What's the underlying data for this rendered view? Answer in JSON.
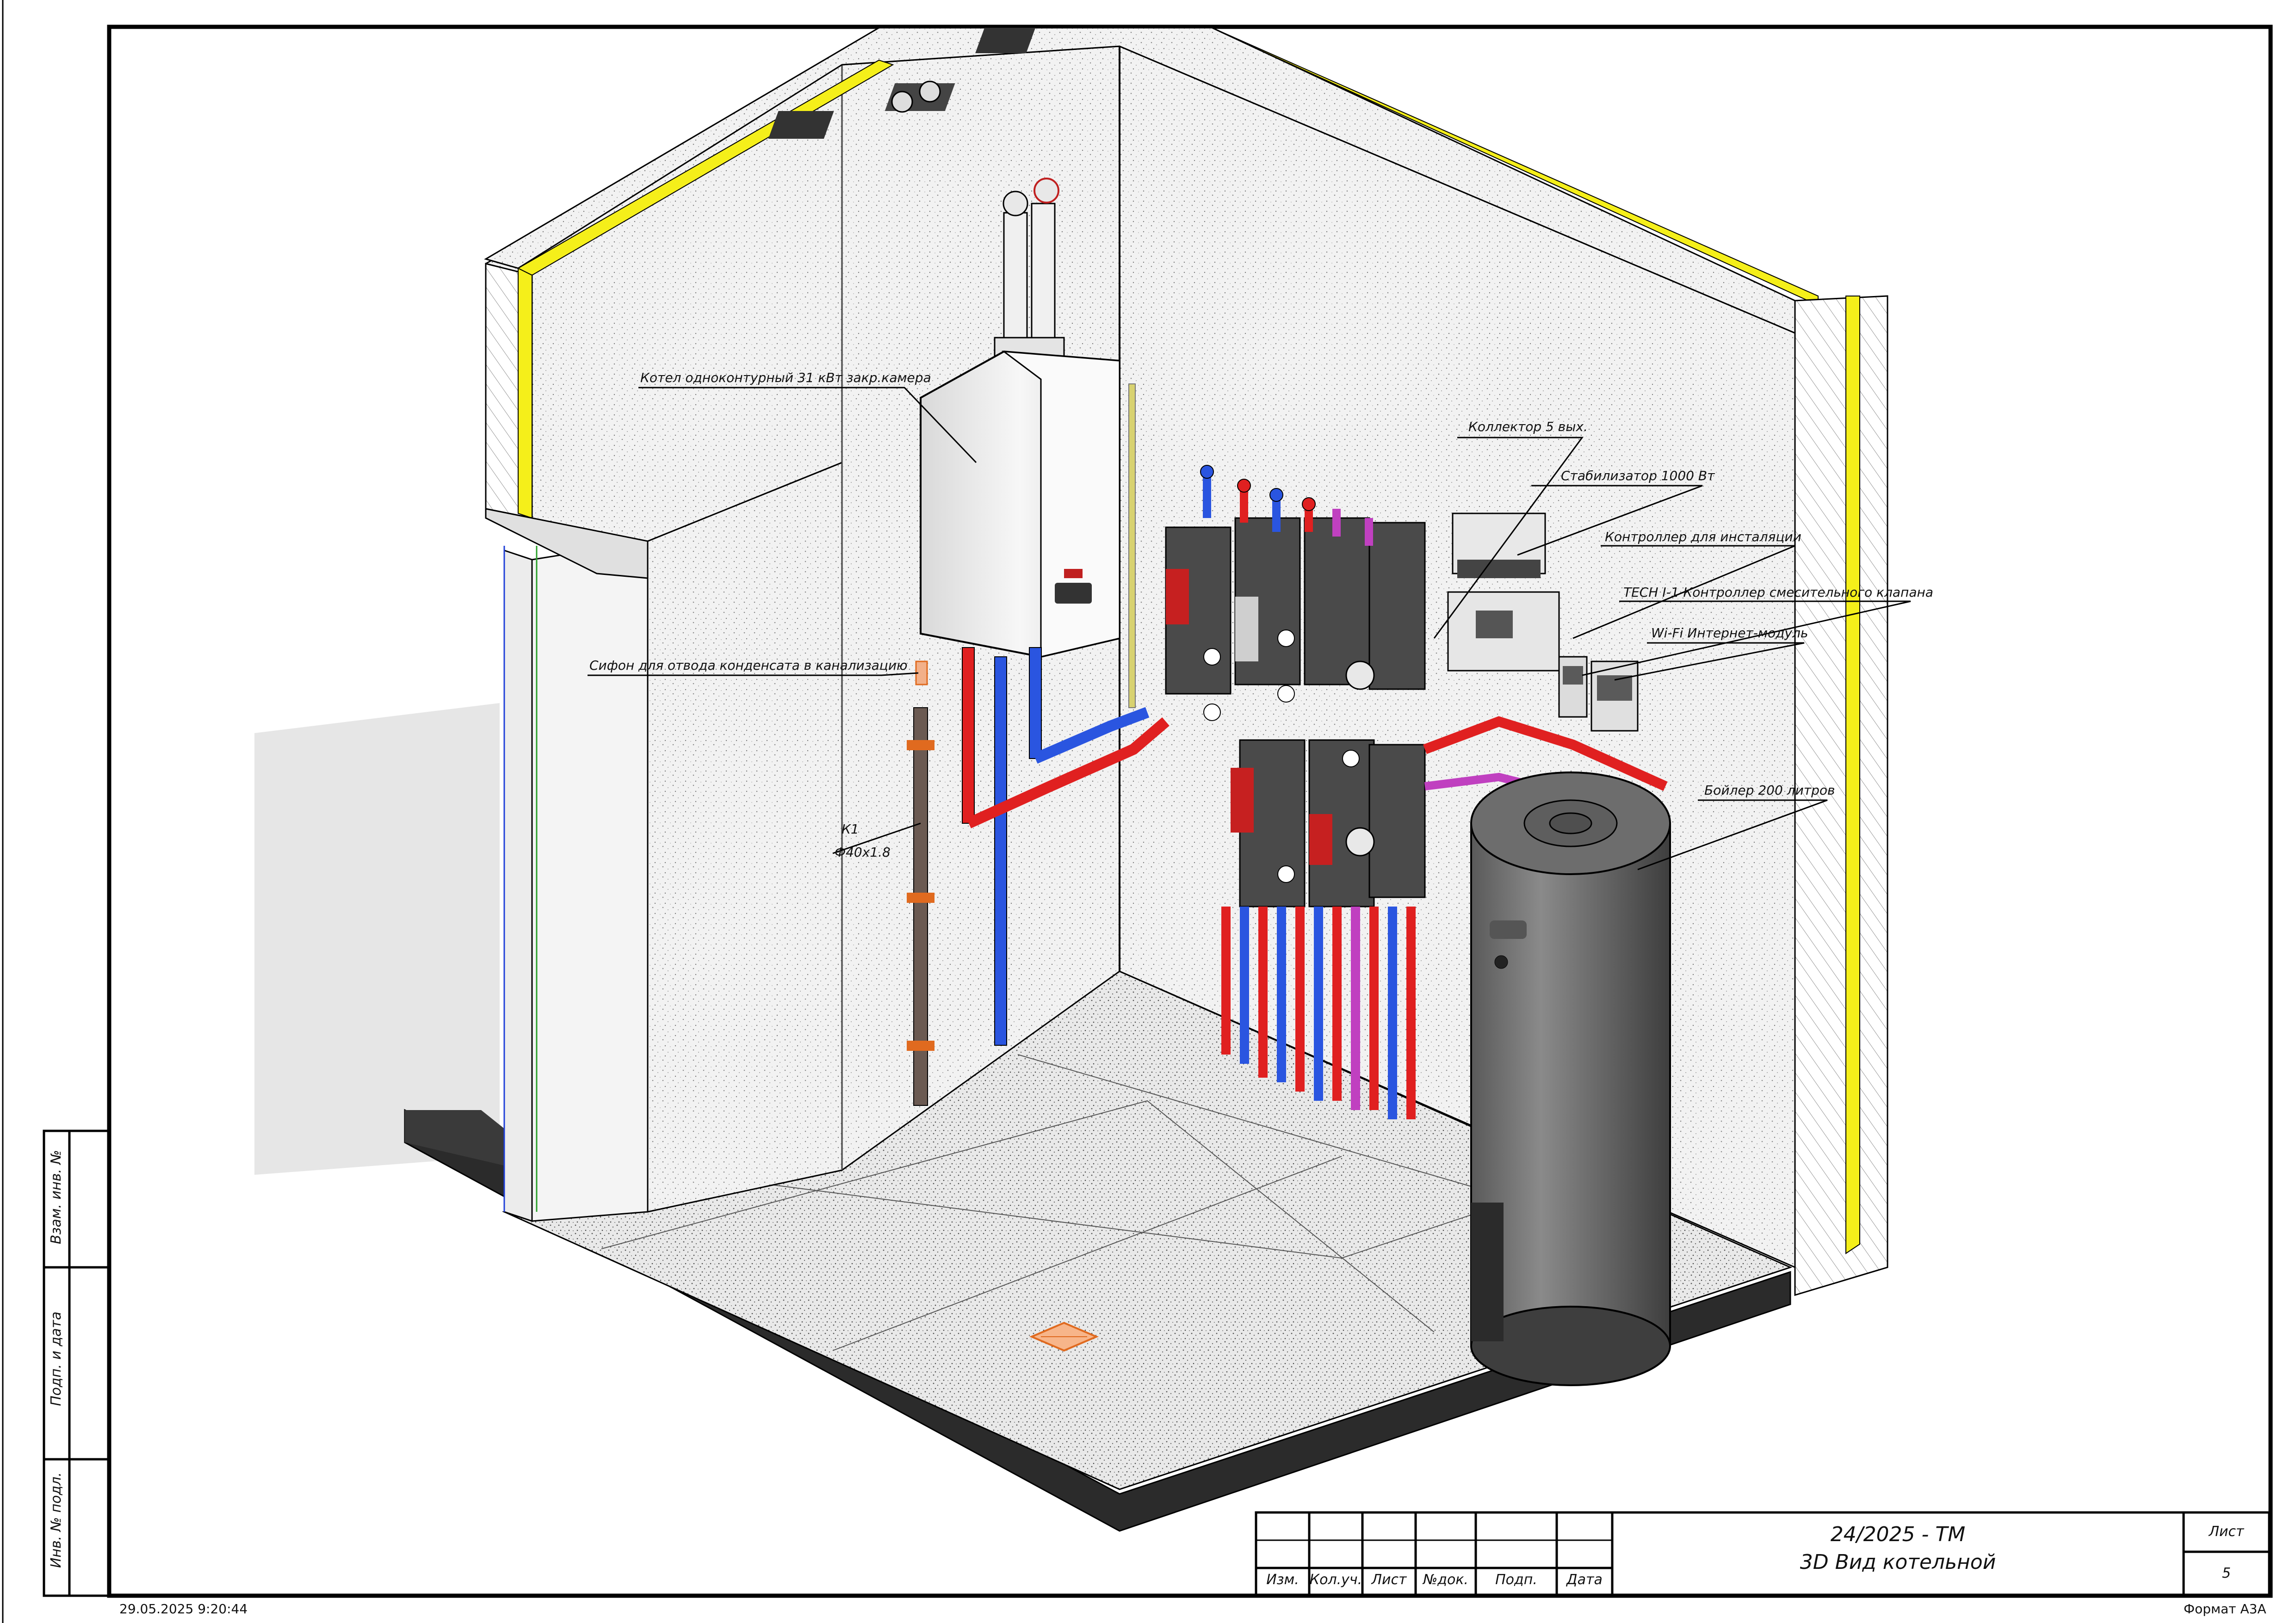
{
  "drawing": {
    "callouts": {
      "boiler": "Котел одноконтурный 31 кВт закр.камера",
      "siphon": "Сифон для отвода конденсата в канализацию",
      "k1_label": "К1",
      "k1_size": "Ф40x1.8",
      "collector": "Коллектор 5 вых.",
      "stabilizer": "Стабилизатор 1000 Вт",
      "controller": "Контроллер для инсталяции",
      "tech_controller": "TECH I-1 Контроллер смесительного клапана",
      "wifi_module": "Wi-Fi Интернет-модуль",
      "water_heater": "Бойлер 200 литров"
    },
    "title_block": {
      "headers": [
        "Изм.",
        "Кол.уч.",
        "Лист",
        "№док.",
        "Подп.",
        "Дата"
      ],
      "project_code": "24/2025 - ТМ",
      "sheet_title": "3D Вид котельной",
      "sheet_label": "Лист",
      "sheet_number": "5"
    },
    "side_stamp": {
      "field1": "Взам. инв. №",
      "field2": "Подп. и дата",
      "field3": "Инв. № подл."
    },
    "footer": {
      "timestamp": "29.05.2025 9:20:44",
      "format": "Формат А3А"
    },
    "colors": {
      "supply": "#e02020",
      "return": "#1f3fd8",
      "insulation": "#f5ef1a",
      "module_body": "#4a4a4a",
      "sewer_pipe": "#6b5a52"
    }
  }
}
